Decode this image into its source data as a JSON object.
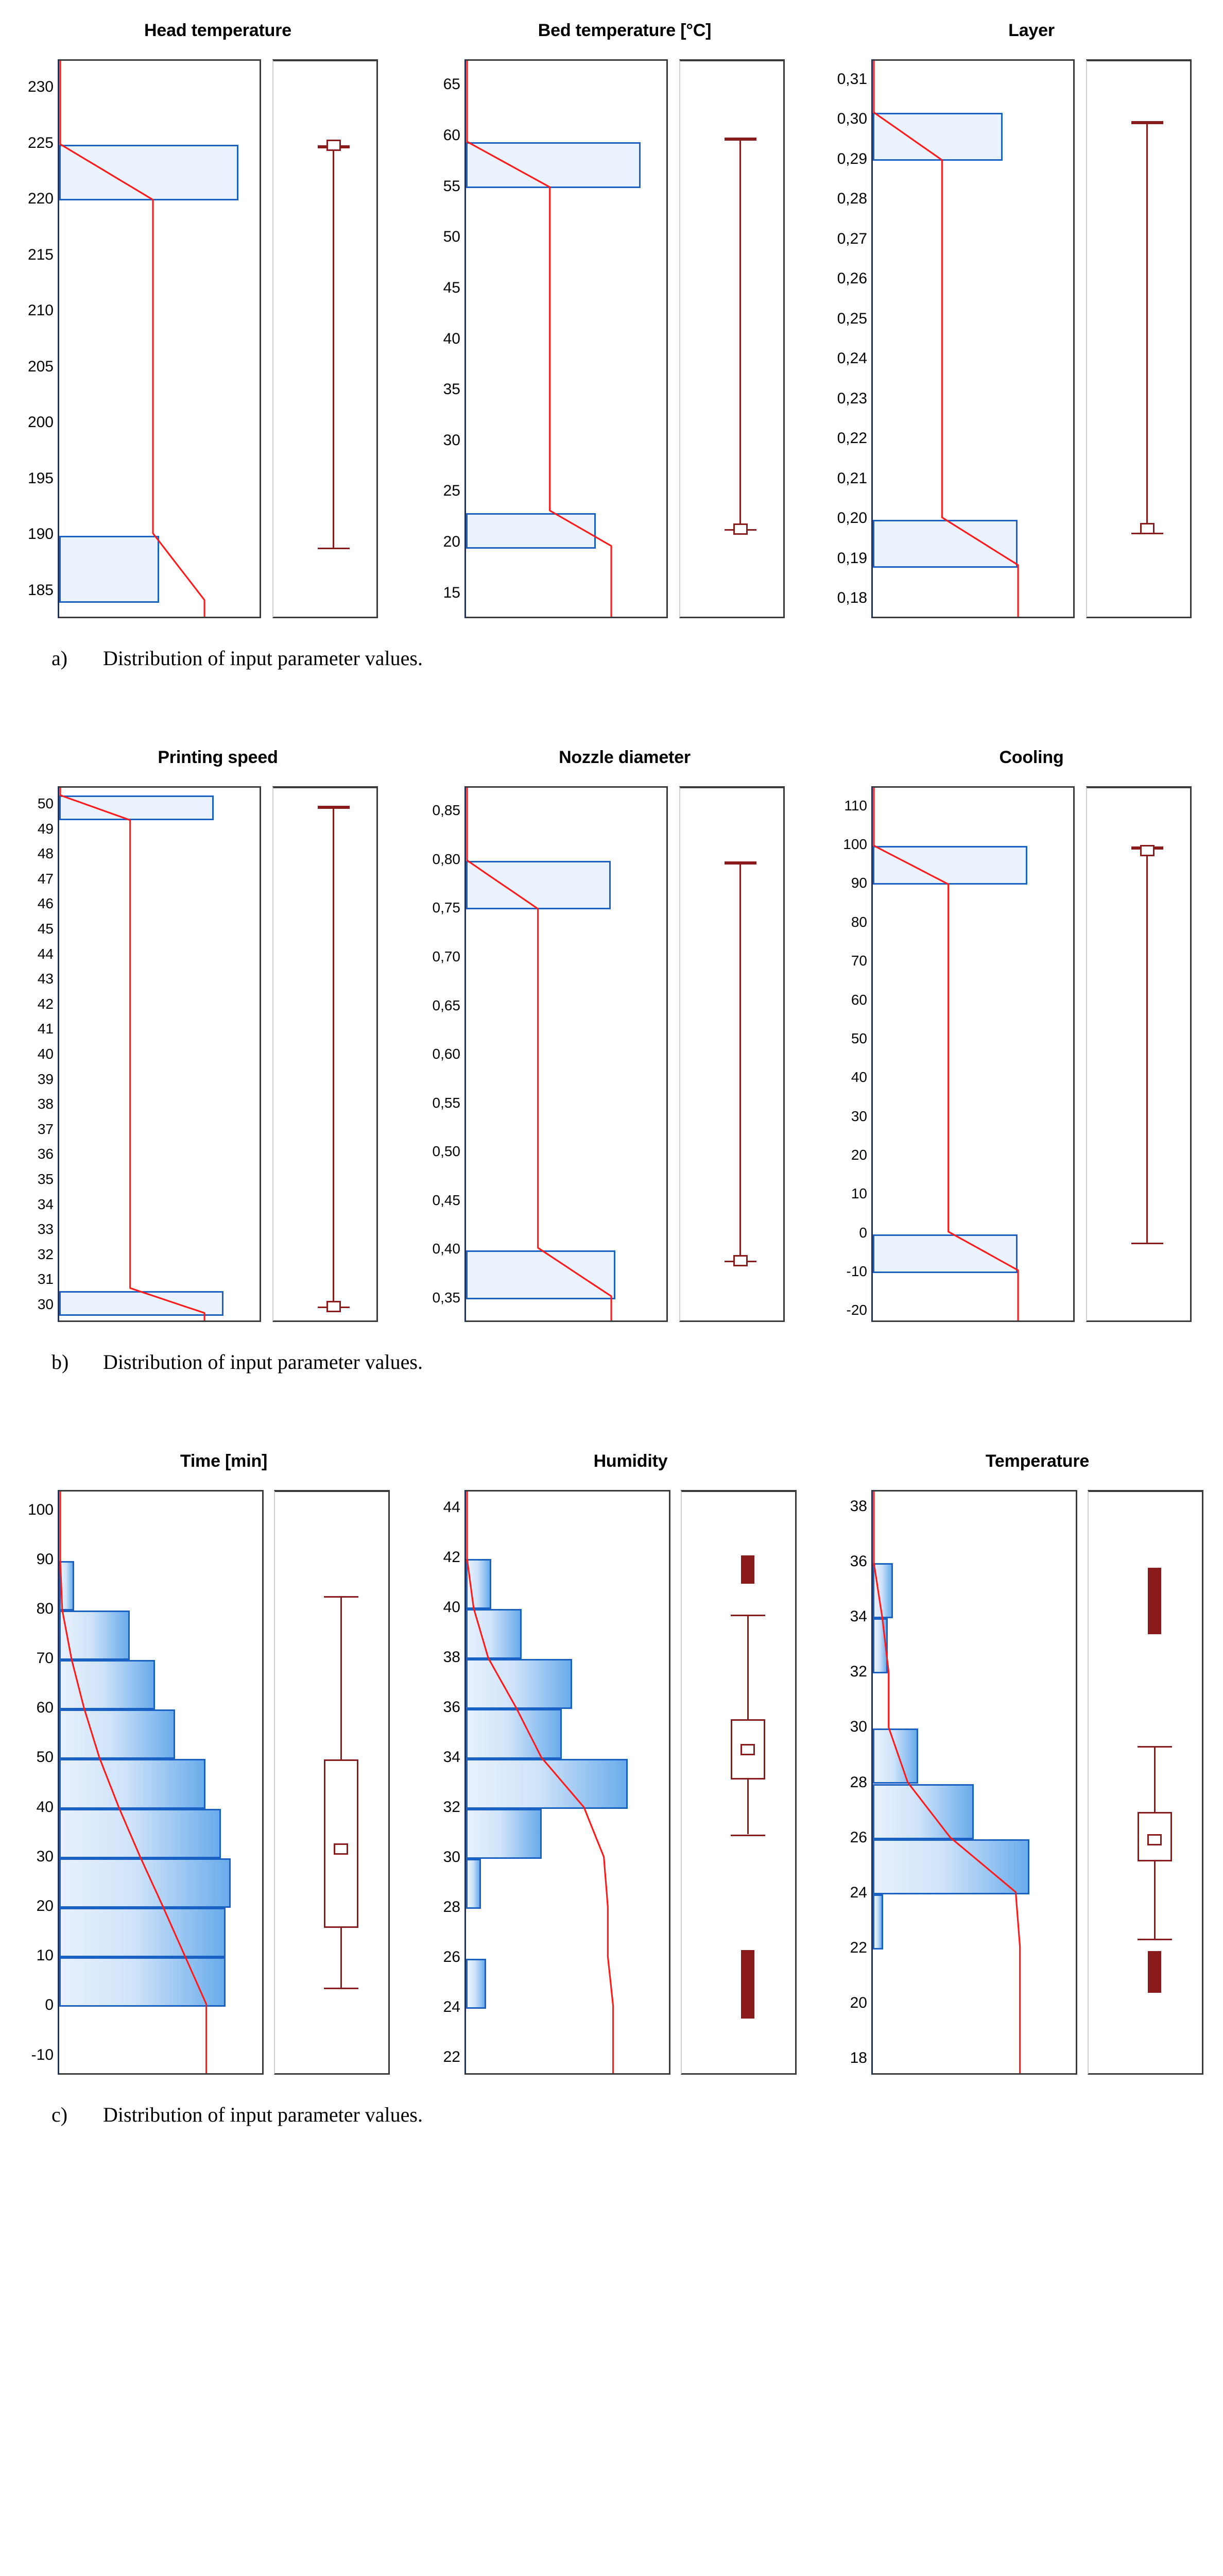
{
  "figure": {
    "background": "#ffffff",
    "colors": {
      "histogram_fill_start": "#e8f1fc",
      "histogram_fill_end": "#6aaceb",
      "histogram_border": "#1961c4",
      "curve": "#ff1a1a",
      "boxplot": "#8b1a1a",
      "frame": "#3b3b3b",
      "axis": "#20325c",
      "text": "#000000"
    }
  },
  "sections": [
    {
      "id": "a",
      "caption_label": "a)",
      "caption_text": "Distribution of input parameter values.",
      "panels": [
        "head_temperature",
        "bed_temperature",
        "layer"
      ]
    },
    {
      "id": "b",
      "caption_label": "b)",
      "caption_text": "Distribution of input parameter values.",
      "panels": [
        "printing_speed",
        "nozzle_diameter",
        "cooling"
      ]
    },
    {
      "id": "c",
      "caption_label": "c)",
      "caption_text": "Distribution of input parameter values.",
      "panels": [
        "time",
        "humidity",
        "temperature"
      ]
    }
  ],
  "chart_data": [
    {
      "id": "head_temperature",
      "type": "bar",
      "title": "Head temperature",
      "orientation": "horizontal",
      "xlabel": "",
      "ylabel": "",
      "ylim": [
        182.5,
        232.5
      ],
      "tick_labels": [
        "230",
        "225",
        "220",
        "215",
        "210",
        "205",
        "200",
        "195",
        "190",
        "185"
      ],
      "tick_values": [
        230,
        225,
        220,
        215,
        210,
        205,
        200,
        195,
        190,
        185
      ],
      "grid": false,
      "bins": [
        {
          "low": 220,
          "high": 225,
          "count": 72
        },
        {
          "low": 184,
          "high": 190,
          "count": 40
        }
      ],
      "curve": "cumulative-red-line",
      "boxplot": {
        "min": 189,
        "q1": 225,
        "median": 225,
        "q3": 225,
        "max": 225,
        "mean": 225
      }
    },
    {
      "id": "bed_temperature",
      "type": "bar",
      "title": "Bed temperature [°C]",
      "orientation": "horizontal",
      "xlabel": "",
      "ylabel": "",
      "ylim": [
        12.5,
        67.5
      ],
      "tick_labels": [
        "65",
        "60",
        "55",
        "50",
        "45",
        "40",
        "35",
        "30",
        "25",
        "20",
        "15"
      ],
      "tick_values": [
        65,
        60,
        55,
        50,
        45,
        40,
        35,
        30,
        25,
        20,
        15
      ],
      "grid": false,
      "bins": [
        {
          "low": 55,
          "high": 59.5,
          "count": 70
        },
        {
          "low": 19.5,
          "high": 23,
          "count": 52
        }
      ],
      "curve": "cumulative-red-line",
      "boxplot": {
        "min": 21.5,
        "q1": 60,
        "median": 60,
        "q3": 60,
        "max": 60,
        "mean": 21.5
      }
    },
    {
      "id": "layer",
      "type": "bar",
      "title": "Layer",
      "orientation": "horizontal",
      "xlabel": "",
      "ylabel": "",
      "ylim": [
        0.175,
        0.315
      ],
      "tick_labels": [
        "0,31",
        "0,30",
        "0,29",
        "0,28",
        "0,27",
        "0,26",
        "0,25",
        "0,24",
        "0,23",
        "0,22",
        "0,21",
        "0,20",
        "0,19",
        "0,18"
      ],
      "tick_values": [
        0.31,
        0.3,
        0.29,
        0.28,
        0.27,
        0.26,
        0.25,
        0.24,
        0.23,
        0.22,
        0.21,
        0.2,
        0.19,
        0.18
      ],
      "grid": false,
      "bins": [
        {
          "low": 0.29,
          "high": 0.302,
          "count": 52
        },
        {
          "low": 0.188,
          "high": 0.2,
          "count": 58
        }
      ],
      "curve": "cumulative-red-line",
      "boxplot": {
        "min": 0.197,
        "q1": 0.3,
        "median": 0.3,
        "q3": 0.3,
        "max": 0.3,
        "mean": 0.198
      }
    },
    {
      "id": "printing_speed",
      "type": "bar",
      "title": "Printing speed",
      "orientation": "horizontal",
      "xlabel": "",
      "ylabel": "",
      "ylim": [
        29.3,
        50.7
      ],
      "tick_labels": [
        "50",
        "49",
        "48",
        "47",
        "46",
        "45",
        "44",
        "43",
        "42",
        "41",
        "40",
        "39",
        "38",
        "37",
        "36",
        "35",
        "34",
        "33",
        "32",
        "31",
        "30"
      ],
      "tick_values": [
        50,
        49,
        48,
        47,
        46,
        45,
        44,
        43,
        42,
        41,
        40,
        39,
        38,
        37,
        36,
        35,
        34,
        33,
        32,
        31,
        30
      ],
      "grid": false,
      "bins": [
        {
          "low": 49.4,
          "high": 50.4,
          "count": 62
        },
        {
          "low": 29.6,
          "high": 30.6,
          "count": 66
        }
      ],
      "curve": "cumulative-red-line",
      "boxplot": {
        "min": 30,
        "q1": 50,
        "median": 50,
        "q3": 50,
        "max": 50,
        "mean": 30
      }
    },
    {
      "id": "nozzle_diameter",
      "type": "bar",
      "title": "Nozzle diameter",
      "orientation": "horizontal",
      "xlabel": "",
      "ylabel": "",
      "ylim": [
        0.325,
        0.875
      ],
      "tick_labels": [
        "0,85",
        "0,80",
        "0,75",
        "0,70",
        "0,65",
        "0,60",
        "0,55",
        "0,50",
        "0,45",
        "0,40",
        "0,35"
      ],
      "tick_values": [
        0.85,
        0.8,
        0.75,
        0.7,
        0.65,
        0.6,
        0.55,
        0.5,
        0.45,
        0.4,
        0.35
      ],
      "grid": false,
      "bins": [
        {
          "low": 0.75,
          "high": 0.8,
          "count": 58
        },
        {
          "low": 0.35,
          "high": 0.4,
          "count": 60
        }
      ],
      "curve": "cumulative-red-line",
      "boxplot": {
        "min": 0.39,
        "q1": 0.8,
        "median": 0.8,
        "q3": 0.8,
        "max": 0.8,
        "mean": 0.39
      }
    },
    {
      "id": "cooling",
      "type": "bar",
      "title": "Cooling",
      "orientation": "horizontal",
      "xlabel": "",
      "ylabel": "",
      "ylim": [
        -23,
        115
      ],
      "tick_labels": [
        "110",
        "100",
        "90",
        "80",
        "70",
        "60",
        "50",
        "40",
        "30",
        "20",
        "10",
        "0",
        "-10",
        "-20"
      ],
      "tick_values": [
        110,
        100,
        90,
        80,
        70,
        60,
        50,
        40,
        30,
        20,
        10,
        0,
        -10,
        -20
      ],
      "grid": false,
      "bins": [
        {
          "low": 90,
          "high": 100,
          "count": 62
        },
        {
          "low": -10,
          "high": 0,
          "count": 58
        }
      ],
      "curve": "cumulative-red-line",
      "boxplot": {
        "min": -2,
        "q1": 100,
        "median": 100,
        "q3": 100,
        "max": 100,
        "mean": 99
      }
    },
    {
      "id": "time",
      "type": "bar",
      "title": "Time [min]",
      "orientation": "horizontal",
      "xlabel": "",
      "ylabel": "",
      "ylim": [
        -14,
        104
      ],
      "tick_labels": [
        "100",
        "90",
        "80",
        "70",
        "60",
        "50",
        "40",
        "30",
        "20",
        "10",
        "0",
        "-10"
      ],
      "tick_values": [
        100,
        90,
        80,
        70,
        60,
        50,
        40,
        30,
        20,
        10,
        0,
        -10
      ],
      "grid": false,
      "bins": [
        {
          "low": 80,
          "high": 90,
          "count": 6
        },
        {
          "low": 70,
          "high": 80,
          "count": 28
        },
        {
          "low": 60,
          "high": 70,
          "count": 38
        },
        {
          "low": 50,
          "high": 60,
          "count": 46
        },
        {
          "low": 40,
          "high": 50,
          "count": 58
        },
        {
          "low": 30,
          "high": 40,
          "count": 64
        },
        {
          "low": 20,
          "high": 30,
          "count": 68
        },
        {
          "low": 10,
          "high": 20,
          "count": 66
        },
        {
          "low": 0,
          "high": 10,
          "count": 66
        }
      ],
      "curve": "cumulative-red-line",
      "boxplot": {
        "min": 4,
        "q1": 16,
        "median": 30,
        "q3": 50,
        "max": 83,
        "mean": 32
      }
    },
    {
      "id": "humidity",
      "type": "bar",
      "title": "Humidity",
      "orientation": "horizontal",
      "xlabel": "",
      "ylabel": "",
      "ylim": [
        21.3,
        44.7
      ],
      "tick_labels": [
        "44",
        "42",
        "40",
        "38",
        "36",
        "34",
        "32",
        "30",
        "28",
        "26",
        "24",
        "22"
      ],
      "tick_values": [
        44,
        42,
        40,
        38,
        36,
        34,
        32,
        30,
        28,
        26,
        24,
        22
      ],
      "grid": false,
      "bins": [
        {
          "low": 40,
          "high": 42,
          "count": 10
        },
        {
          "low": 38,
          "high": 40,
          "count": 22
        },
        {
          "low": 36,
          "high": 38,
          "count": 42
        },
        {
          "low": 34,
          "high": 36,
          "count": 38
        },
        {
          "low": 32,
          "high": 34,
          "count": 64
        },
        {
          "low": 30,
          "high": 32,
          "count": 30
        },
        {
          "low": 28,
          "high": 30,
          "count": 6
        },
        {
          "low": 24,
          "high": 26,
          "count": 8
        }
      ],
      "curve": "cumulative-red-line",
      "boxplot": {
        "min": 31,
        "q1": 33.2,
        "median": 34.4,
        "q3": 35.6,
        "max": 39.8,
        "mean": 34.4,
        "outliers_high": [
          41.2,
          41.6,
          42.0
        ],
        "outliers_low": [
          23.8,
          24.2,
          24.6,
          25.0,
          25.4,
          25.8,
          26.2
        ]
      }
    },
    {
      "id": "temperature",
      "type": "bar",
      "title": "Temperature",
      "orientation": "horizontal",
      "xlabel": "",
      "ylabel": "",
      "ylim": [
        17.4,
        38.6
      ],
      "tick_labels": [
        "38",
        "36",
        "34",
        "32",
        "30",
        "28",
        "26",
        "24",
        "22",
        "20",
        "18"
      ],
      "tick_values": [
        38,
        36,
        34,
        32,
        30,
        28,
        26,
        24,
        22,
        20,
        18
      ],
      "grid": false,
      "bins": [
        {
          "low": 34,
          "high": 36,
          "count": 8
        },
        {
          "low": 32,
          "high": 34,
          "count": 6
        },
        {
          "low": 28,
          "high": 30,
          "count": 18
        },
        {
          "low": 26,
          "high": 28,
          "count": 40
        },
        {
          "low": 24,
          "high": 26,
          "count": 62
        },
        {
          "low": 22,
          "high": 24,
          "count": 4
        }
      ],
      "curve": "cumulative-red-line",
      "boxplot": {
        "min": 22.4,
        "q1": 25.2,
        "median": 26.0,
        "q3": 27.0,
        "max": 29.4,
        "mean": 26.0,
        "outliers_high": [
          33.6,
          33.9,
          34.2,
          34.5,
          34.8,
          35.1,
          35.4,
          35.7
        ],
        "outliers_low": [
          20.6,
          20.9,
          21.2,
          21.5,
          21.8
        ]
      }
    }
  ]
}
